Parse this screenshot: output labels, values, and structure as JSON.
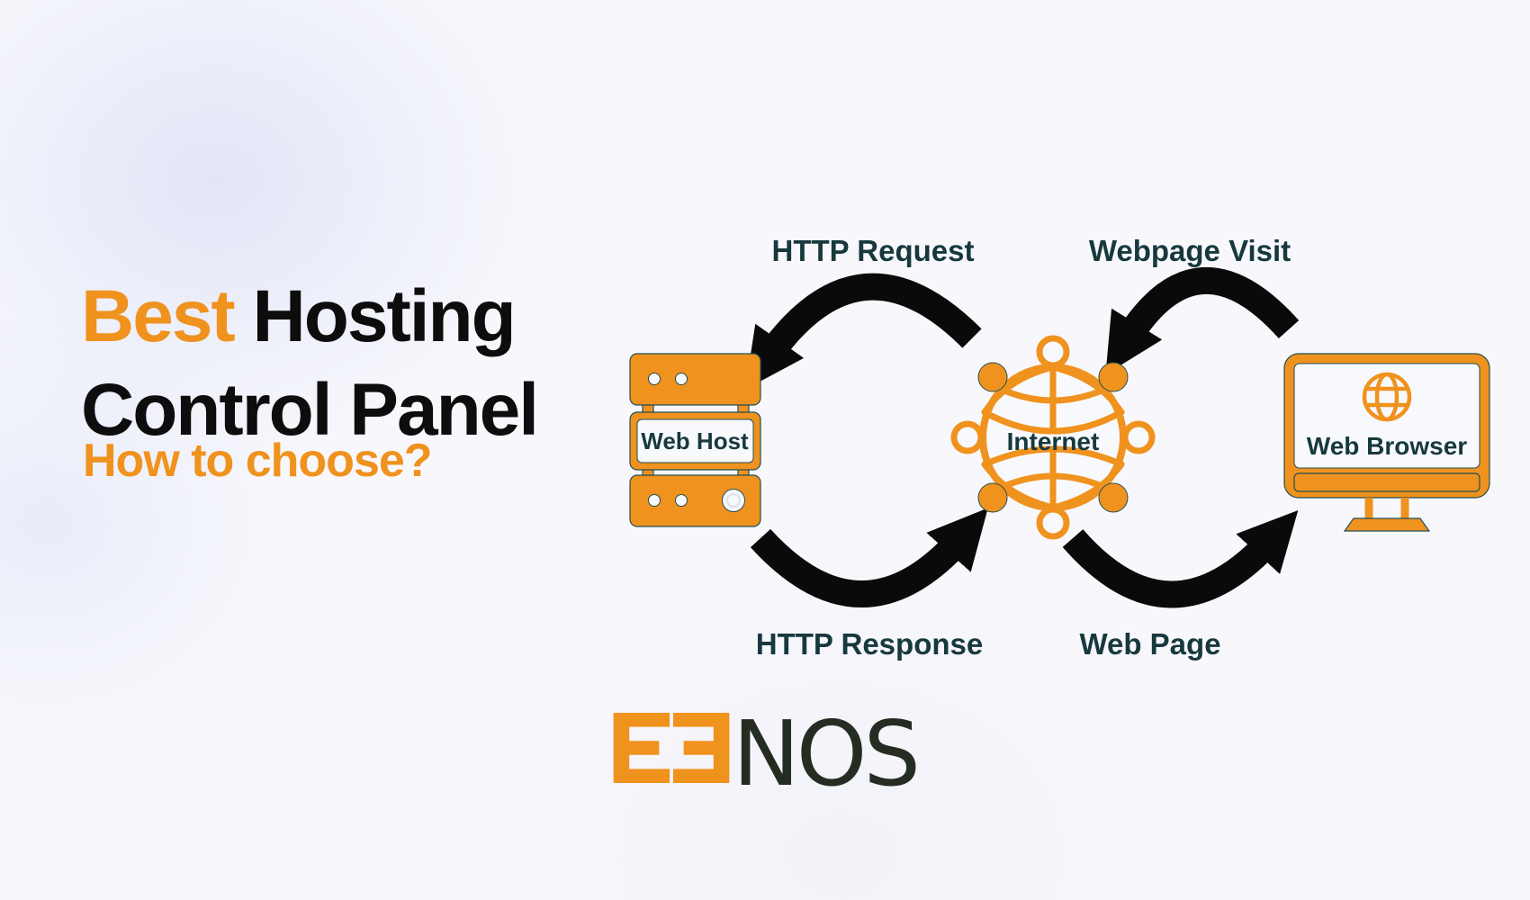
{
  "title": {
    "highlight": "Best",
    "line1_rest": "Hosting",
    "line2": "Control Panel",
    "subtitle": "How to choose?"
  },
  "diagram": {
    "web_host": {
      "label": "Web Host"
    },
    "internet": {
      "label": "Internet"
    },
    "web_browser": {
      "label": "Web Browser"
    },
    "flows": {
      "http_request": "HTTP Request",
      "http_response": "HTTP Response",
      "webpage_visit": "Webpage Visit",
      "web_page": "Web Page"
    }
  },
  "logo": {
    "text": "NOS"
  },
  "colors": {
    "accent_orange": "#F0921E",
    "label_teal": "#17393E",
    "heading_black": "#0D0D0D",
    "arrow_black": "#0A0A0A",
    "logo_dark": "#252D22",
    "background": "#F8F8FC"
  }
}
